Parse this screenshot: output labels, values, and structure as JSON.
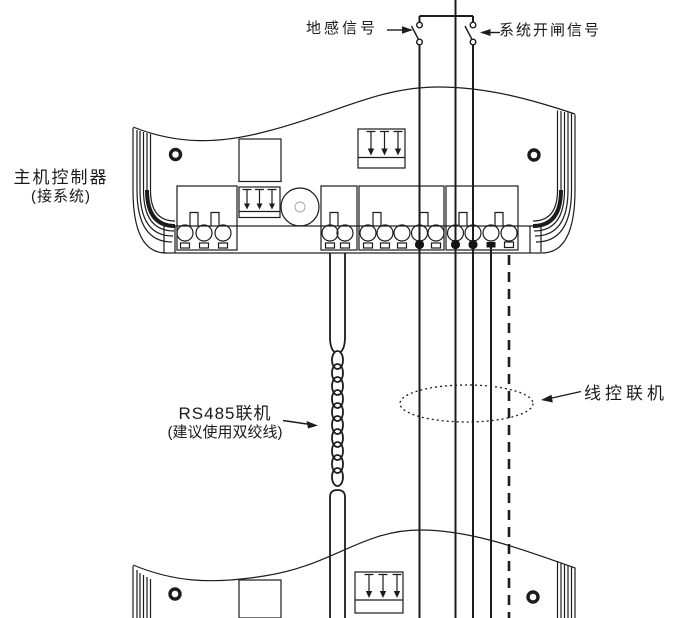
{
  "diagram": {
    "top_labels": {
      "ground_sensor": "地感信号",
      "system_gate_open": "系统开闸信号"
    },
    "left_label": {
      "line1": "主机控制器",
      "line2": "(接系统)"
    },
    "rs485_label": {
      "line1": "RS485联机",
      "line2": "(建议使用双绞线)"
    },
    "wire_control_label": "线控联机",
    "colors": {
      "line": "#1c1c1c",
      "background": "#ffffff"
    }
  }
}
